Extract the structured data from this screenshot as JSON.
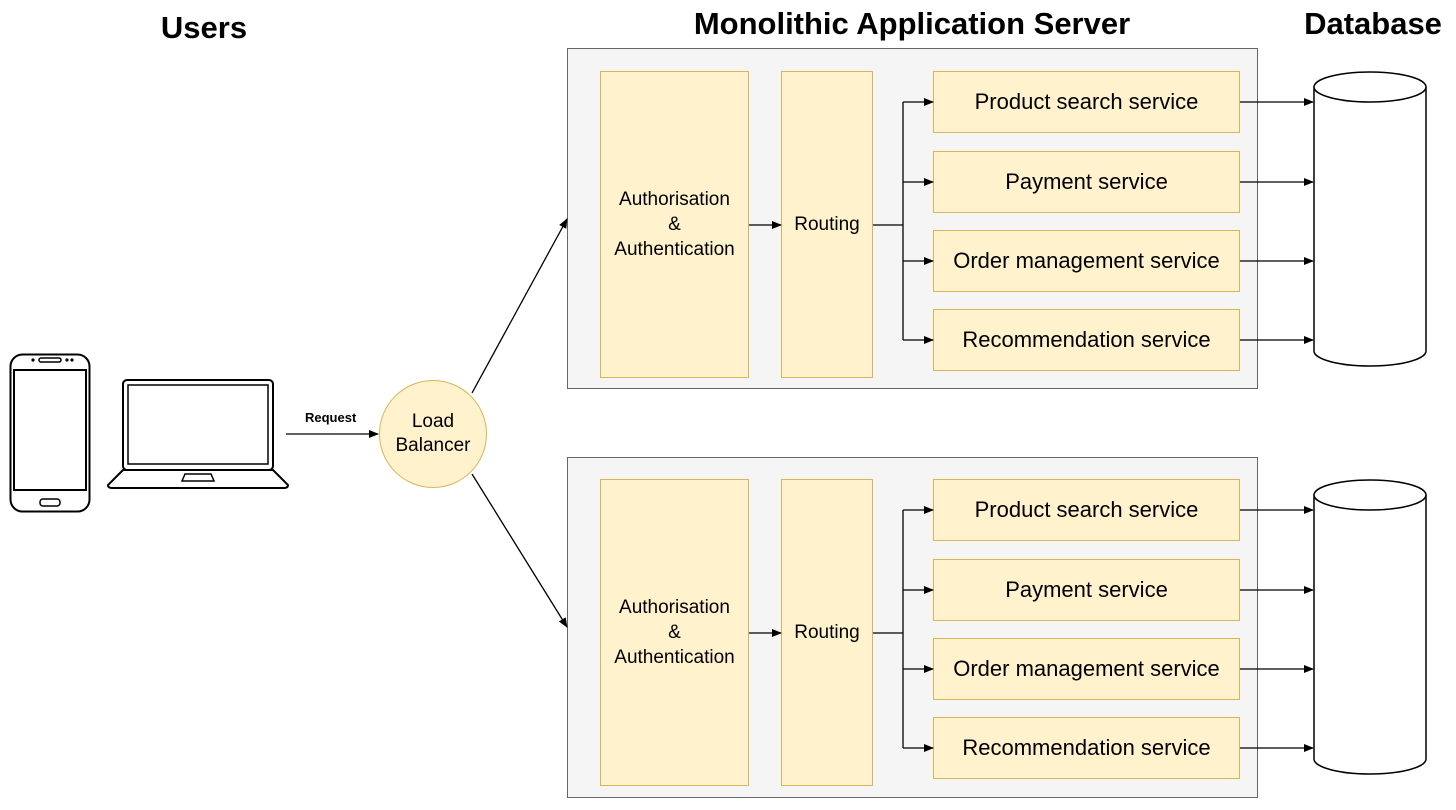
{
  "headings": {
    "users": "Users",
    "server": "Monolithic Application Server",
    "database": "Database"
  },
  "request_label": "Request",
  "load_balancer": "Load\nBalancer",
  "servers": [
    {
      "auth_label": "Authorisation\n&\nAuthentication",
      "routing_label": "Routing",
      "services": [
        "Product search service",
        "Payment service",
        "Order management service",
        "Recommendation service"
      ]
    },
    {
      "auth_label": "Authorisation\n&\nAuthentication",
      "routing_label": "Routing",
      "services": [
        "Product search service",
        "Payment service",
        "Order management service",
        "Recommendation service"
      ]
    }
  ],
  "icons": [
    "smartphone-icon",
    "laptop-icon",
    "database-cylinder-icon"
  ],
  "colors": {
    "component_fill": "#fff2cc",
    "component_border": "#d6b656",
    "server_fill": "#f5f5f5",
    "server_border": "#666666"
  }
}
